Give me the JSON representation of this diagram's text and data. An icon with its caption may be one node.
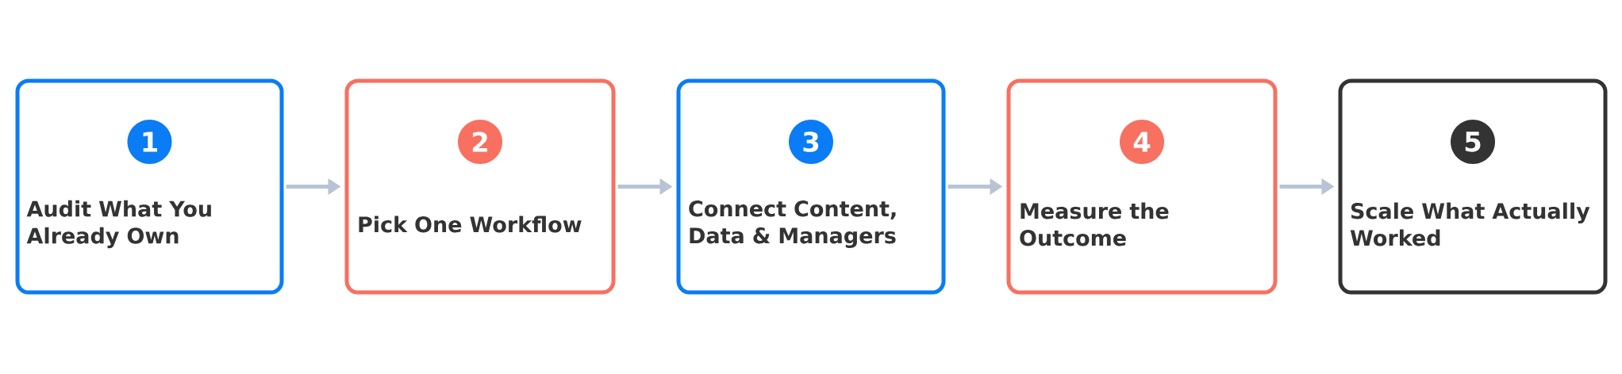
{
  "diagram": {
    "nodes": [
      {
        "text": [
          "1",
          "Audit What You Already Own"
        ]
      },
      {
        "text": [
          "2",
          "Pick One Workflow"
        ]
      },
      {
        "text": [
          "3",
          "Connect Content, Data & Managers"
        ]
      },
      {
        "text": [
          "4",
          "Measure the Outcome"
        ]
      },
      {
        "text": [
          "5",
          "Scale What Actually Worked"
        ]
      }
    ],
    "edges": [
      {
        "from": 0,
        "to": 1,
        "arrow": "to"
      },
      {
        "from": 1,
        "to": 2,
        "arrow": "to"
      },
      {
        "from": 2,
        "to": 3,
        "arrow": "to"
      },
      {
        "from": 3,
        "to": 4,
        "arrow": "to"
      }
    ]
  }
}
